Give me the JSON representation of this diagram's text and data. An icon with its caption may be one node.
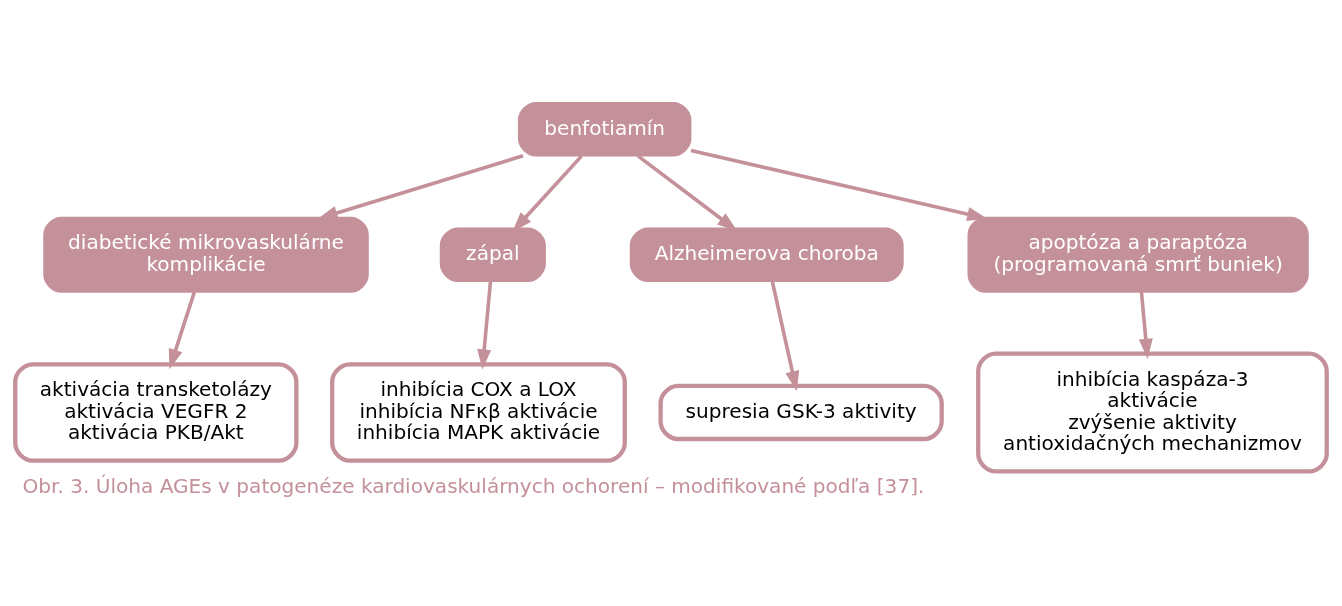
{
  "diagram": {
    "caption": "Obr. 3. Úloha AGEs v patogenéze kardiovaskulárnych ochorení – modifikované podľa [37].",
    "nodes": [
      {
        "text": [
          "benfotiamín"
        ]
      },
      {
        "text": [
          "diabetické mikrovaskulárne komplikácie"
        ]
      },
      {
        "text": [
          "zápal"
        ]
      },
      {
        "text": [
          "Alzheimerova choroba"
        ]
      },
      {
        "text": [
          "apoptóza a paraptóza",
          "(programovaná smrť buniek)"
        ]
      },
      {
        "text": [
          "aktivácia transketolázy",
          "aktivácia VEGFR 2",
          "aktivácia PKB/Akt"
        ]
      },
      {
        "text": [
          "inhibícia COX a LOX",
          "inhibícia NFκβ aktivácie",
          "inhibícia MAPK aktivácie"
        ]
      },
      {
        "text": [
          "supresia GSK-3 aktivity"
        ]
      },
      {
        "text": [
          "inhibícia kaspáza-3 aktivácie",
          "zvýšenie aktivity antioxidačných mechanizmov"
        ]
      }
    ],
    "edges": [
      {
        "from": 0,
        "to": 1,
        "arrow": "to"
      },
      {
        "from": 0,
        "to": 2,
        "arrow": "to"
      },
      {
        "from": 0,
        "to": 3,
        "arrow": "to"
      },
      {
        "from": 0,
        "to": 4,
        "arrow": "to"
      },
      {
        "from": 1,
        "to": 5,
        "arrow": "to"
      },
      {
        "from": 2,
        "to": 6,
        "arrow": "to"
      },
      {
        "from": 3,
        "to": 7,
        "arrow": "to"
      },
      {
        "from": 4,
        "to": 8,
        "arrow": "to"
      }
    ]
  }
}
